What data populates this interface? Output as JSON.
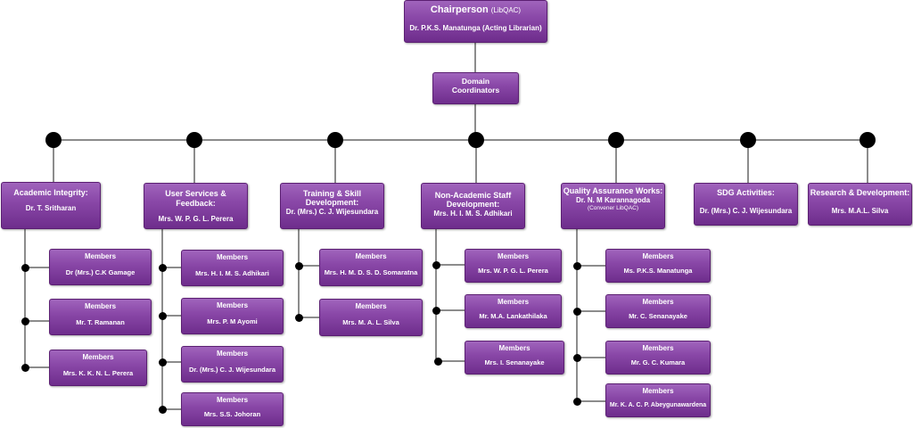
{
  "chair": {
    "title": "Chairperson",
    "title_suffix": "(LibQAC)",
    "name": "Dr. P.K.S. Manatunga (Acting Librarian)"
  },
  "coordinators": {
    "line1": "Domain",
    "line2": "Coordinators"
  },
  "members_label": "Members",
  "categories": [
    {
      "title": "Academic Integrity:",
      "head": "Dr. T. Sritharan",
      "members": [
        "Dr (Mrs.) C.K Gamage",
        "Mr. T. Ramanan",
        "Mrs. K. K. N. L. Perera"
      ]
    },
    {
      "title": "User Services & Feedback:",
      "head": "Mrs. W. P. G. L. Perera",
      "members": [
        "Mrs. H. I. M. S. Adhikari",
        "Mrs. P. M Ayomi",
        "Dr. (Mrs.) C. J. Wijesundara",
        "Mrs. S.S. Johoran"
      ]
    },
    {
      "title": "Training & Skill Development:",
      "head": "Dr. (Mrs.) C. J. Wijesundara",
      "members": [
        "Mrs. H. M. D. S. D. Somaratna",
        "Mrs. M. A. L. Silva"
      ]
    },
    {
      "title": "Non-Academic Staff Development:",
      "head": "Mrs. H. I. M. S. Adhikari",
      "members": [
        "Mrs. W. P. G. L. Perera",
        "Mr. M.A. Lankathilaka",
        "Mrs. I. Senanayake"
      ]
    },
    {
      "title": "Quality Assurance Works:",
      "head": "Dr. N. M Karannagoda",
      "note": "(Convener LibQAC)",
      "members": [
        "Ms. P.K.S. Manatunga",
        "Mr. C. Senanayake",
        "Mr. G. C. Kumara",
        "Mr. K. A. C. P. Abeygunawardena"
      ]
    },
    {
      "title": "SDG Activities:",
      "head": "Dr. (Mrs.) C. J. Wijesundara",
      "members": []
    },
    {
      "title": "Research & Development:",
      "head": "Mrs. M.A.L. Silva",
      "members": []
    }
  ]
}
